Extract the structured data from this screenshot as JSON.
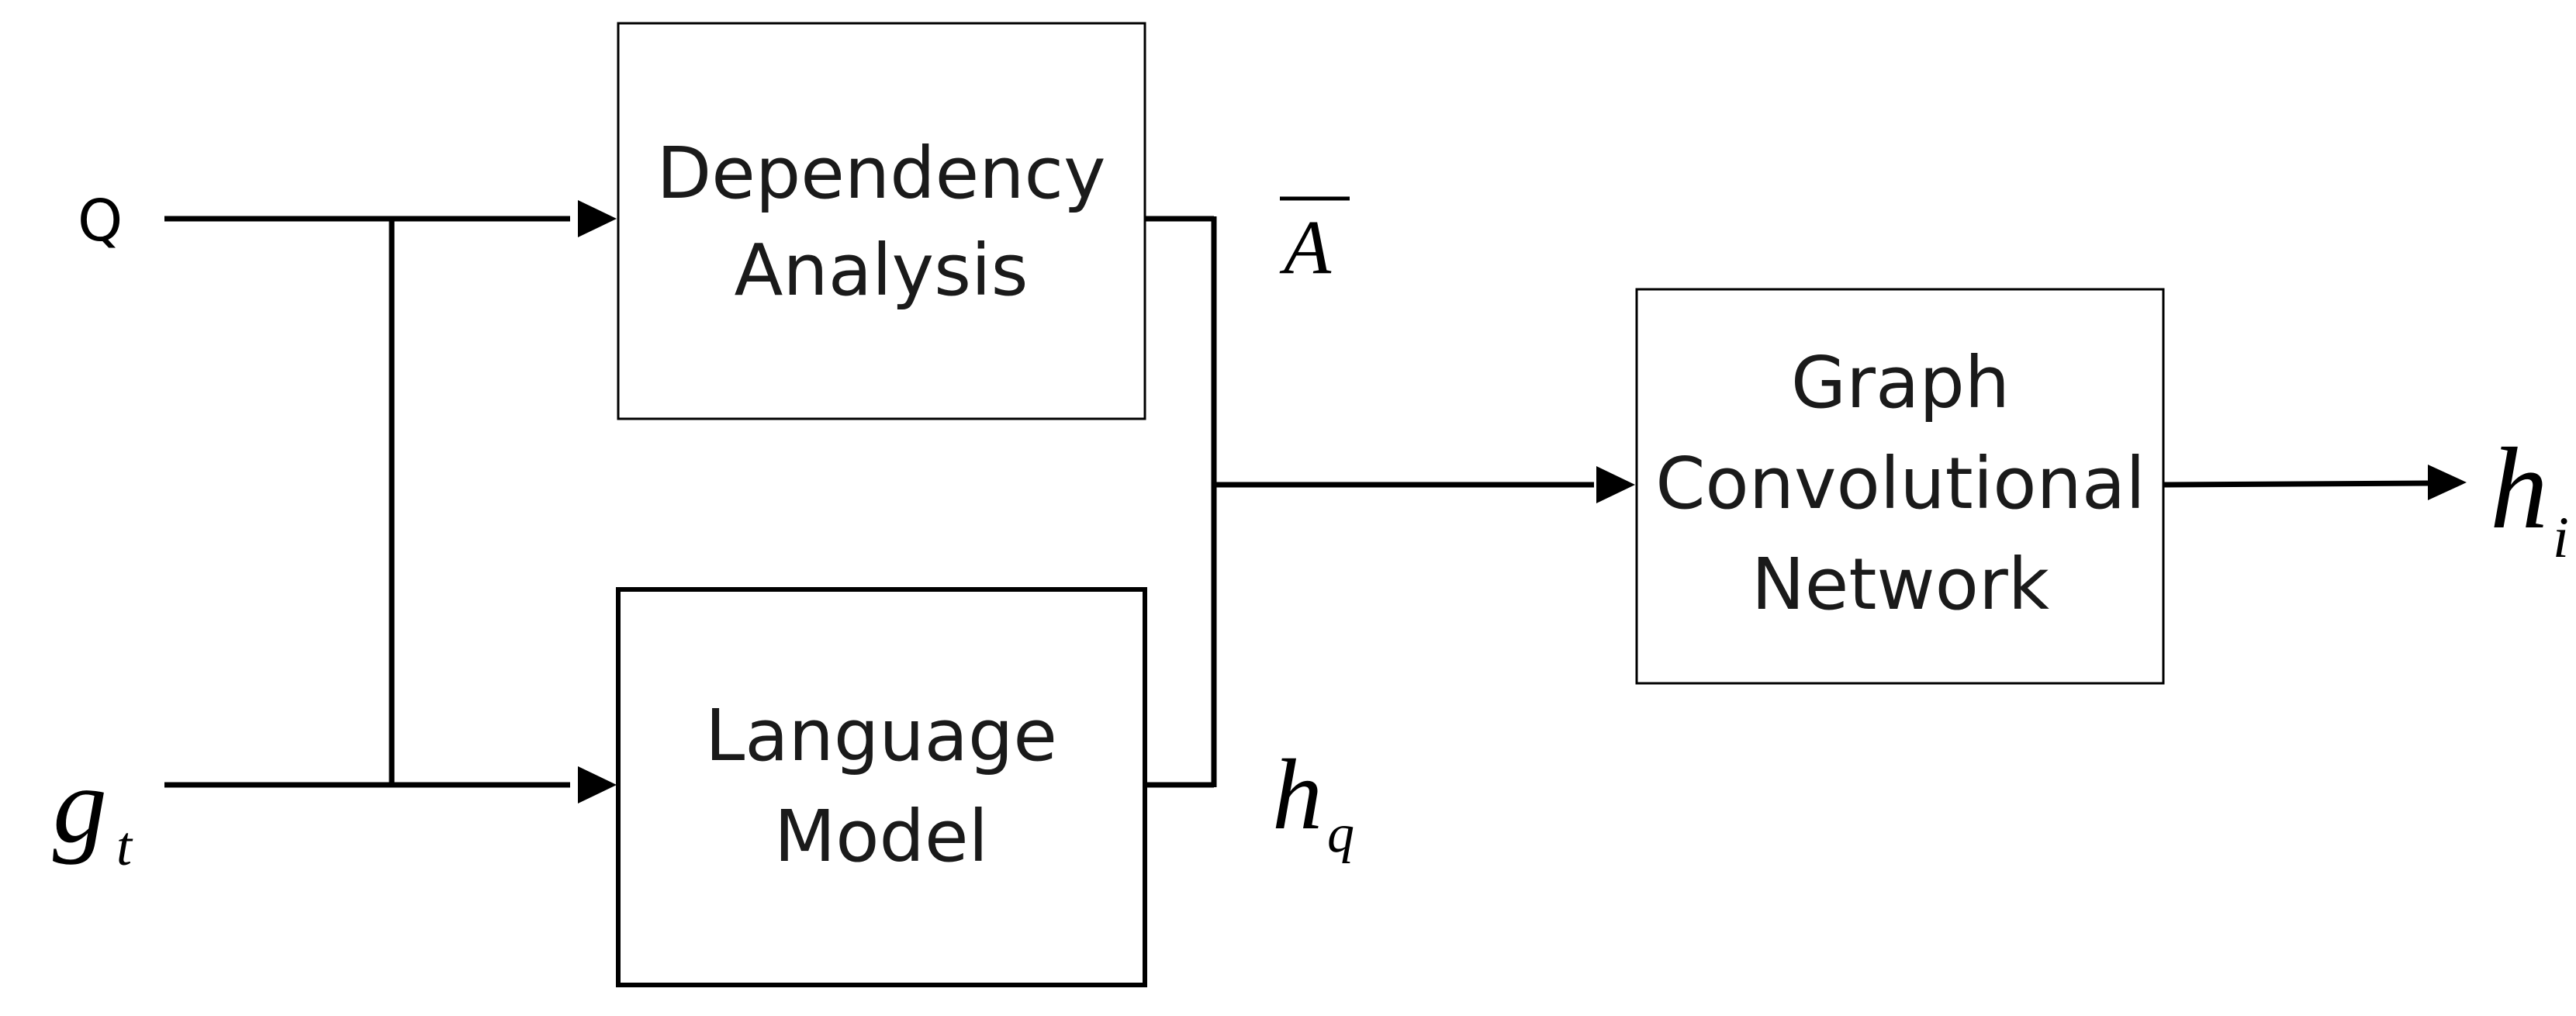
{
  "inputs": {
    "q": "Q",
    "g_main": "g",
    "g_sub": "t"
  },
  "boxes": {
    "dependency": {
      "line1": "Dependency",
      "line2": "Analysis"
    },
    "language": {
      "line1": "Language",
      "line2": "Model"
    },
    "gcn": {
      "line1": "Graph",
      "line2": "Convolutional",
      "line3": "Network"
    }
  },
  "signals": {
    "a_bar": "A",
    "hq_main": "h",
    "hq_sub": "q",
    "hi_main": "h",
    "hi_sub": "i"
  }
}
